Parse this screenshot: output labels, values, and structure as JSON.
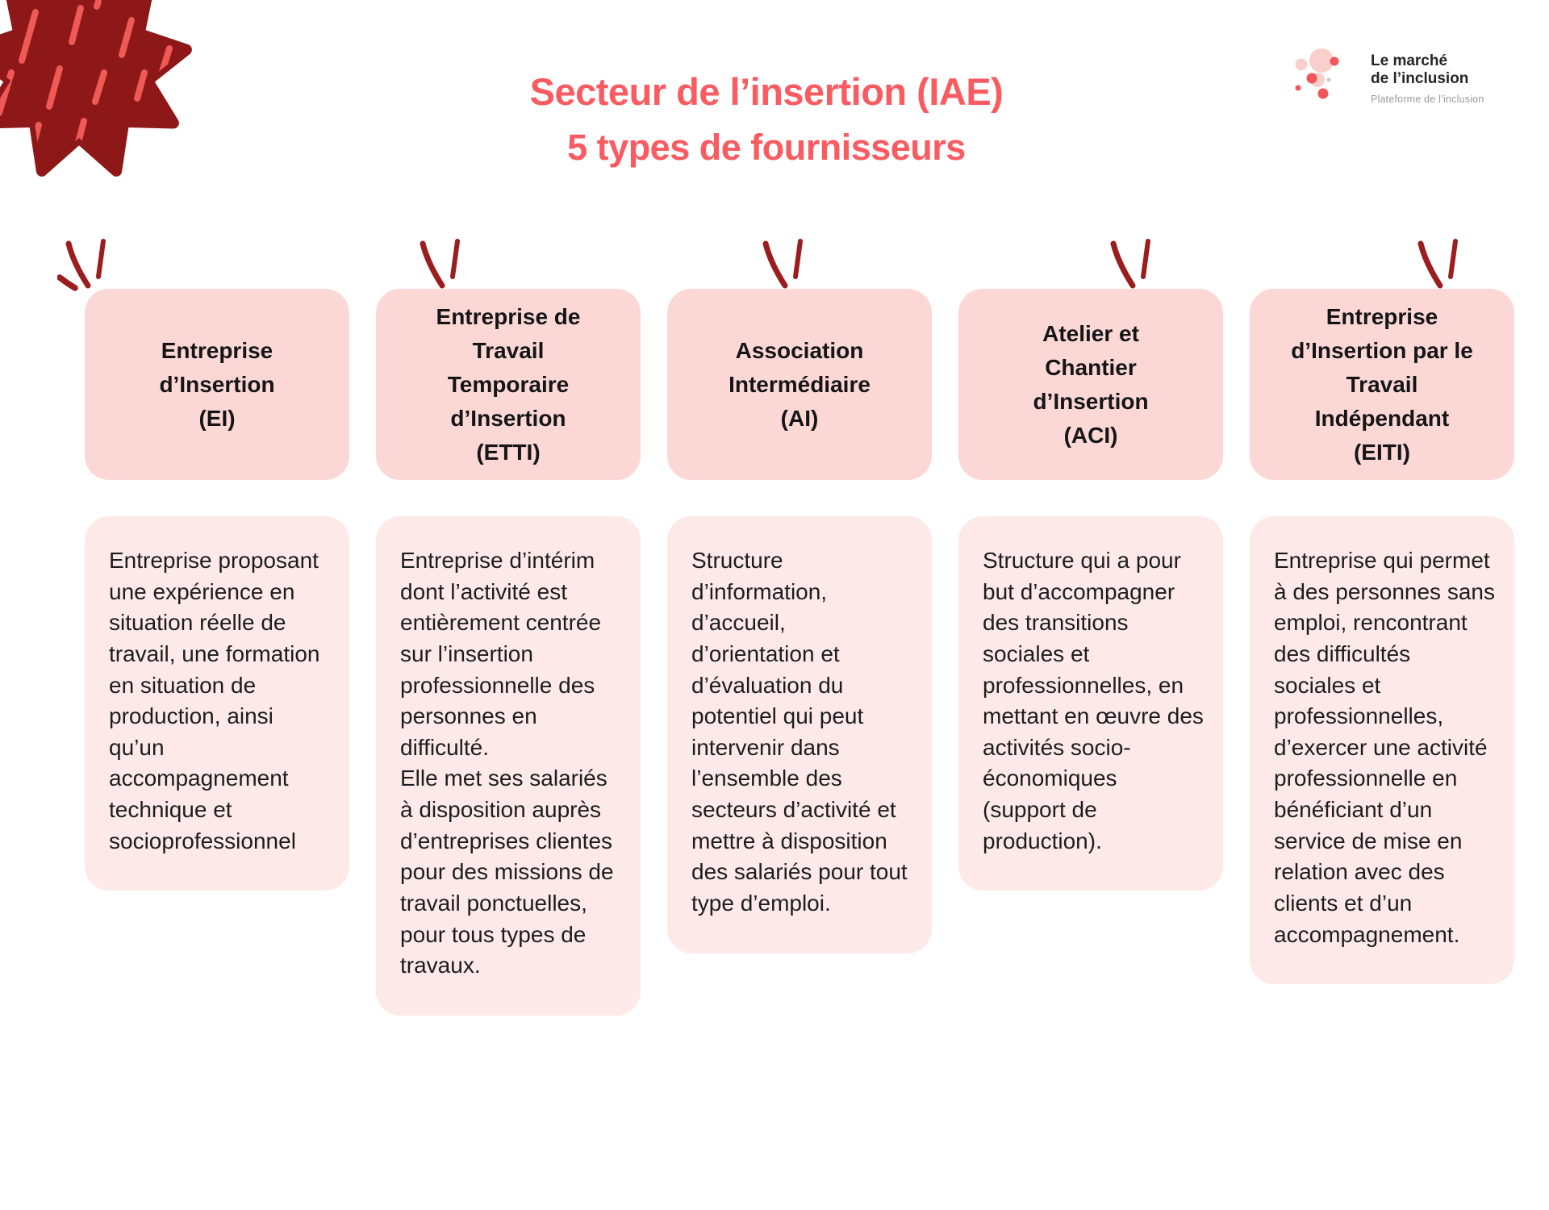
{
  "page": {
    "title_line1": "Secteur de l’insertion (IAE)",
    "title_line2": "5 types de fournisseurs"
  },
  "logo": {
    "name": "Le marché\nde l’inclusion",
    "tagline": "Plateforme de l’inclusion"
  },
  "columns": [
    {
      "id": "EI",
      "header": "Entreprise\nd’Insertion\n(EI)",
      "body": "Entreprise proposant une expérience en situation réelle de travail, une formation en situation de production, ainsi qu’un accompagnement technique et socioprofessionnel"
    },
    {
      "id": "ETTI",
      "header": "Entreprise de\nTravail\nTemporaire\nd’Insertion\n(ETTI)",
      "body": "Entreprise d’intérim dont l’activité est entièrement centrée sur l’insertion professionnelle des personnes en difficulté.\nElle met ses salariés à disposition auprès d’entreprises clientes pour des missions de travail ponctuelles, pour tous types de travaux."
    },
    {
      "id": "AI",
      "header": "Association\nIntermédiaire\n(AI)",
      "body": "Structure d’information, d’accueil, d’orientation et d’évaluation du potentiel qui peut intervenir dans l’ensemble des secteurs d’activité et mettre à disposition des salariés pour tout type d’emploi."
    },
    {
      "id": "ACI",
      "header": "Atelier et\nChantier\nd’Insertion\n(ACI)",
      "body": "Structure qui a pour but d’accompagner des transitions sociales et professionnelles, en mettant en œuvre des activités socio-économiques (support de production)."
    },
    {
      "id": "EITI",
      "header": "Entreprise\nd’Insertion par le\nTravail\nIndépendant\n(EITI)",
      "body": "Entreprise qui permet à des personnes sans emploi, rencontrant des difficultés sociales et professionnelles, d’exercer une activité professionnelle en bénéficiant d’un service de mise en relation avec des clients et d’un accompagnement."
    }
  ],
  "colors": {
    "accent": "#f95b61",
    "header_box": "#fbd8d5",
    "body_box": "#fdeae8",
    "corner_flower": "#8e1818",
    "flower_hatch": "#ef5a57",
    "sparkle": "#9b1d1d",
    "text": "#1d1d1f",
    "logo_red": "#f0565a",
    "logo_pink": "#f8cfcb",
    "logo_tagline_gray": "#9a9a9a"
  }
}
